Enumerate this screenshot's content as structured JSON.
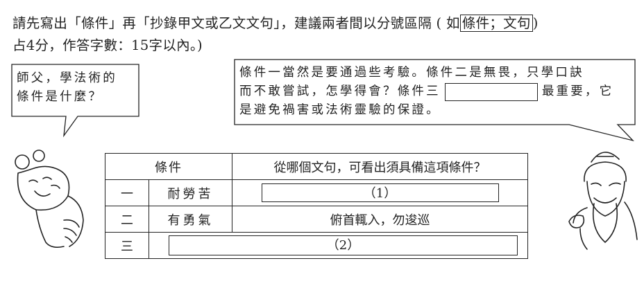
{
  "instructions": {
    "line1_a": "請先寫出「條件」再「抄錄甲文或乙文文句」，建議兩者間以分號區隔 ( 如",
    "line1_box": "條件；文句",
    "line1_b": ")",
    "line2": "占4分，作答字數：15字以內。)"
  },
  "left_bubble": {
    "line1": "師父，學法術的",
    "line2": "條件是什麼？"
  },
  "right_bubble": {
    "line1": "條件一當然是要通過些考驗。條件二是無畏，只學口訣",
    "line2": "而不敢嘗試，怎學得會？條件三",
    "line2_after": "最重要，它",
    "line3": "是避免禍害或法術靈驗的保證。"
  },
  "table": {
    "header_condition": "條件",
    "header_question": "從哪個文句，可看出須具備這項條件？",
    "rows": [
      {
        "num": "一",
        "condition": "耐勞苦",
        "answer": "（1）"
      },
      {
        "num": "二",
        "condition": "有勇氣",
        "answer": "俯首輒入，勿逡巡"
      },
      {
        "num": "三",
        "condition": "",
        "answer": "（2）"
      }
    ]
  }
}
